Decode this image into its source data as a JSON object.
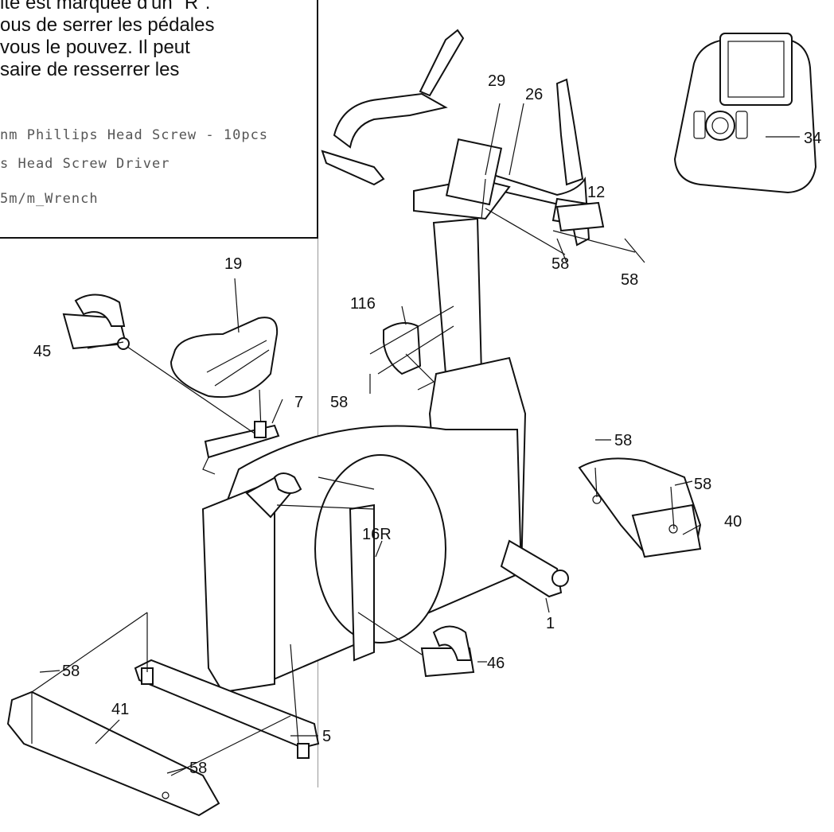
{
  "instructions": {
    "lines": [
      "ite est marquée d'un \"R\".",
      "ous de serrer les pédales",
      "vous le pouvez. Il peut",
      "saire de resserrer les"
    ],
    "tools": [
      "nm Phillips Head Screw - 10pcs",
      "s Head Screw Driver",
      "5m/m_Wrench"
    ]
  },
  "part_labels": {
    "p29": "29",
    "p26": "26",
    "p34": "34",
    "p12": "12",
    "p58_bar_left": "58",
    "p58_bar_right": "58",
    "p19": "19",
    "p116": "116",
    "p45": "45",
    "p7": "7",
    "p58_bottle": "58",
    "p58_cover_top": "58",
    "p58_cover_right": "58",
    "p40": "40",
    "p16R": "16R",
    "p1": "1",
    "p58_front_stab": "58",
    "p46": "46",
    "p41": "41",
    "p58_front_bottom": "58",
    "p5": "5"
  }
}
